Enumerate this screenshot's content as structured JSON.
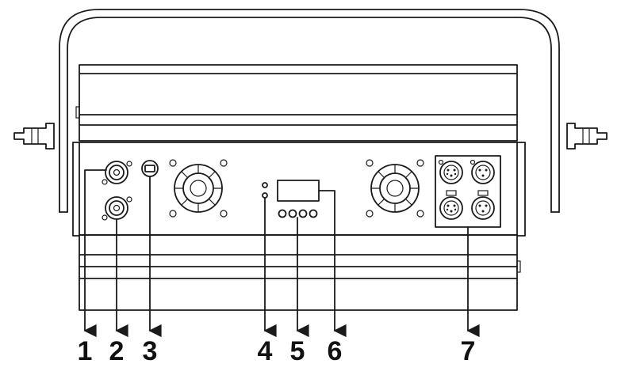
{
  "callouts": [
    {
      "label": "1",
      "name": "power-in-connector"
    },
    {
      "label": "2",
      "name": "power-out-connector"
    },
    {
      "label": "3",
      "name": "fuse-holder"
    },
    {
      "label": "4",
      "name": "indicator-leds"
    },
    {
      "label": "5",
      "name": "control-buttons"
    },
    {
      "label": "6",
      "name": "lcd-display"
    },
    {
      "label": "7",
      "name": "dmx-connectors"
    }
  ],
  "colors": {
    "line": "#1a1a1a",
    "background": "#ffffff"
  }
}
